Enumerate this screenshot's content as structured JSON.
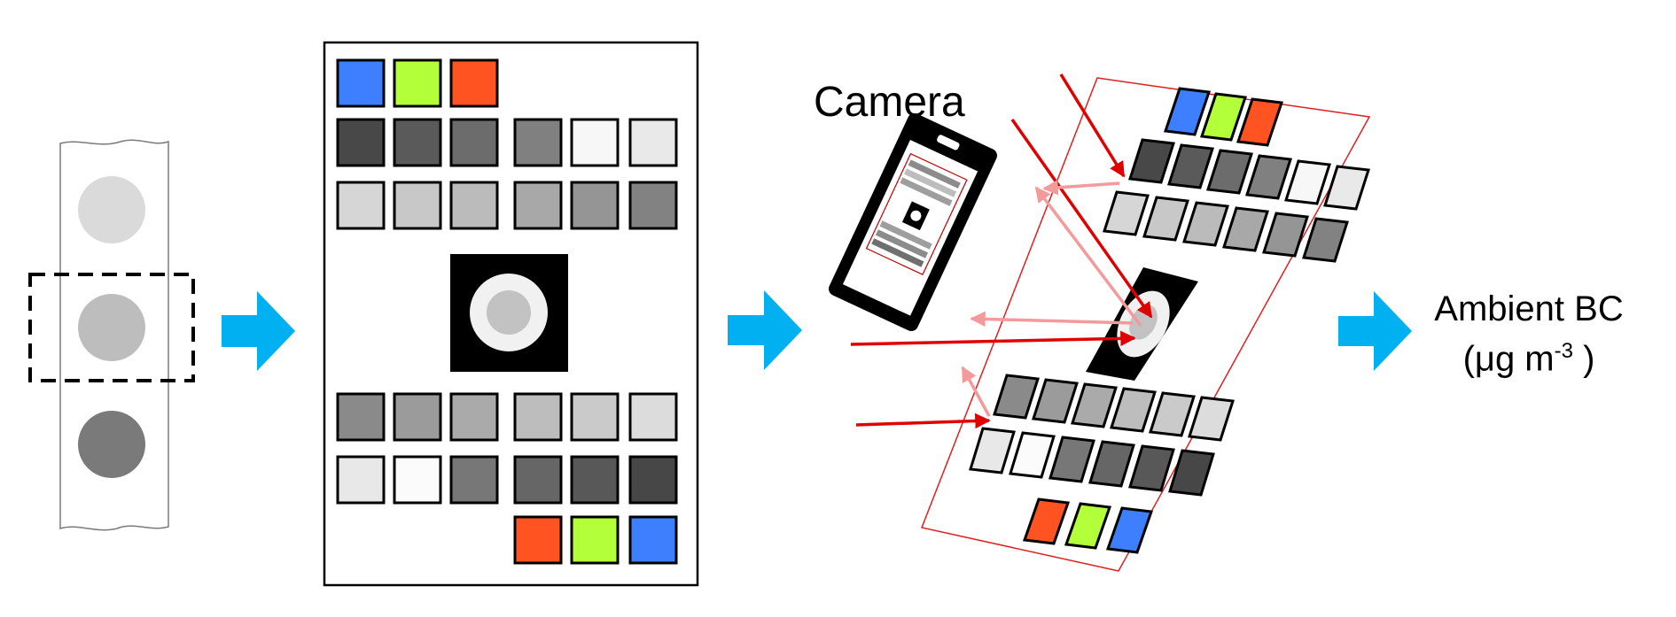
{
  "labels": {
    "camera": "Camera",
    "output_line1": "Ambient BC",
    "output_line2_prefix": "(μg m",
    "output_line2_sup": "-3",
    "output_line2_suffix": " )"
  },
  "colors": {
    "arrow": "#00b0f0",
    "incident_ray": "#e00000",
    "reflected_ray": "#f49a9a",
    "swatch_blue": "#3d7fff",
    "swatch_green": "#b2ff3a",
    "swatch_orange": "#ff5322",
    "filter_spots": [
      "#dadada",
      "#bdbdbd",
      "#7a7a7a"
    ]
  },
  "color_card": {
    "color_row_top": [
      "#3d7fff",
      "#b2ff3a",
      "#ff5322"
    ],
    "gray_row_1": [
      "#484848",
      "#5a5a5a",
      "#6c6c6c",
      "#808080",
      "#f7f7f7",
      "#e9e9e9"
    ],
    "gray_row_2": [
      "#d6d6d6",
      "#c8c8c8",
      "#bbbbbb",
      "#a8a8a8",
      "#959595",
      "#828282"
    ],
    "gray_row_3": [
      "#8a8a8a",
      "#9b9b9b",
      "#aaaaaa",
      "#bdbdbd",
      "#cacaca",
      "#dcdcdc"
    ],
    "gray_row_4": [
      "#e8e8e8",
      "#fbfbfb",
      "#777777",
      "#666666",
      "#585858",
      "#474747"
    ],
    "color_row_bottom": [
      "#ff5322",
      "#b2ff3a",
      "#3d7fff"
    ],
    "center_spot": "#c2c2c2"
  }
}
